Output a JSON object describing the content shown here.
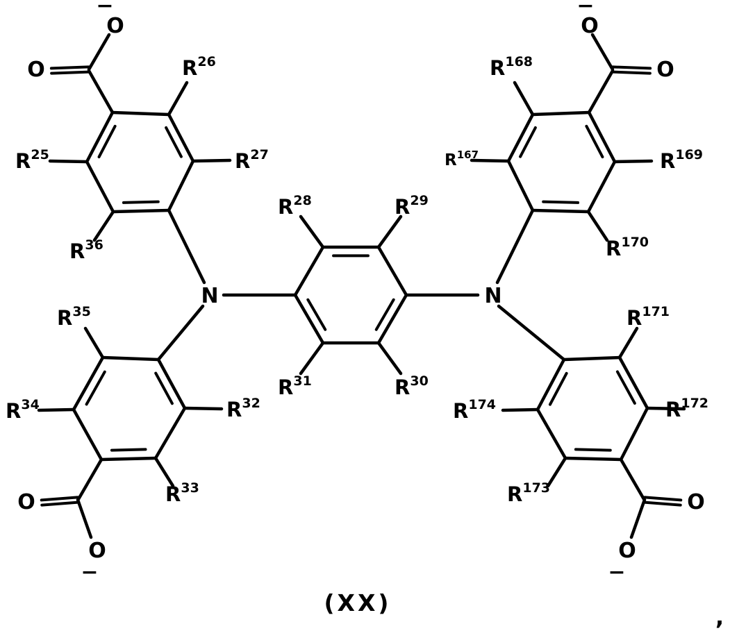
{
  "figure": {
    "caption": "(XX)",
    "trailing_punctuation": ",",
    "atoms": {
      "n_left": "N",
      "n_right": "N",
      "ul_o_double": "O",
      "ul_o_single": "O",
      "ul_minus": "−",
      "ur_o_double": "O",
      "ur_o_single": "O",
      "ur_minus": "−",
      "ll_o_double": "O",
      "ll_o_single": "O",
      "ll_minus": "−",
      "lr_o_double": "O",
      "lr_o_single": "O",
      "lr_minus": "−"
    },
    "substituents": {
      "r25": {
        "base": "R",
        "sup": "25"
      },
      "r26": {
        "base": "R",
        "sup": "26"
      },
      "r27": {
        "base": "R",
        "sup": "27"
      },
      "r28": {
        "base": "R",
        "sup": "28"
      },
      "r29": {
        "base": "R",
        "sup": "29"
      },
      "r30": {
        "base": "R",
        "sup": "30"
      },
      "r31": {
        "base": "R",
        "sup": "31"
      },
      "r32": {
        "base": "R",
        "sup": "32"
      },
      "r33": {
        "base": "R",
        "sup": "33"
      },
      "r34": {
        "base": "R",
        "sup": "34"
      },
      "r35": {
        "base": "R",
        "sup": "35"
      },
      "r36": {
        "base": "R",
        "sup": "36"
      },
      "r167": {
        "base": "R",
        "sup": "167"
      },
      "r168": {
        "base": "R",
        "sup": "168"
      },
      "r169": {
        "base": "R",
        "sup": "169"
      },
      "r170": {
        "base": "R",
        "sup": "170"
      },
      "r171": {
        "base": "R",
        "sup": "171"
      },
      "r172": {
        "base": "R",
        "sup": "172"
      },
      "r173": {
        "base": "R",
        "sup": "173"
      },
      "r174": {
        "base": "R",
        "sup": "174"
      }
    }
  }
}
